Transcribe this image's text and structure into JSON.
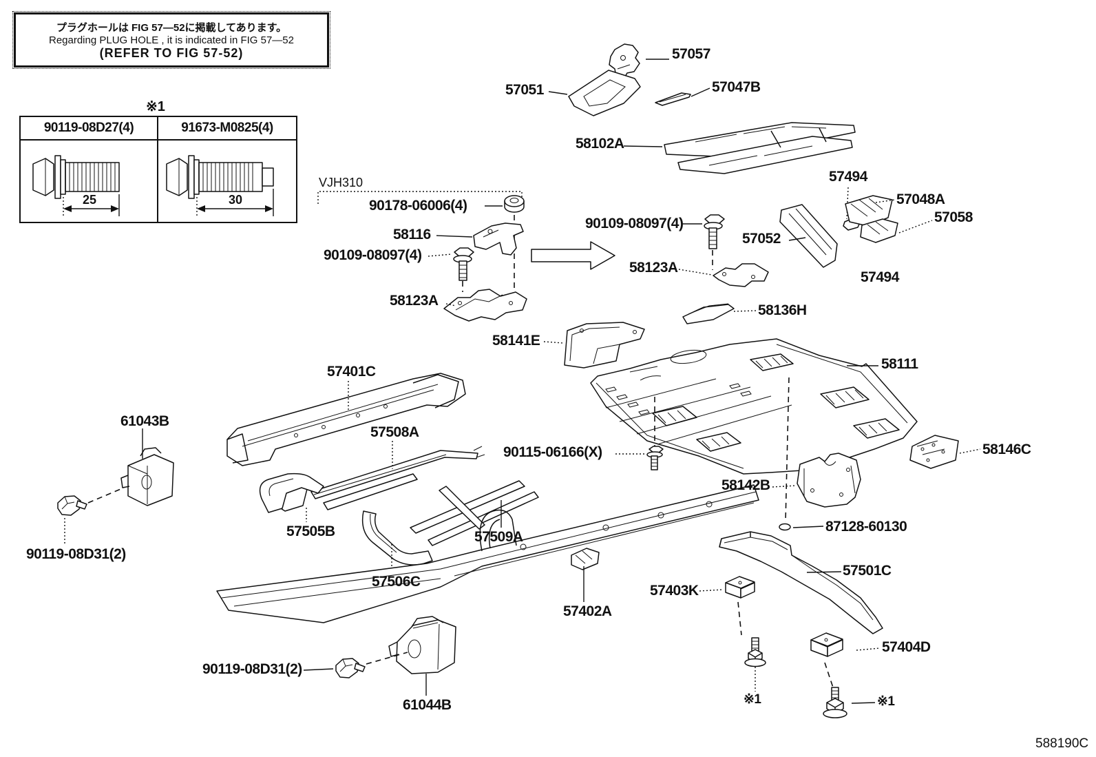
{
  "note_box": {
    "line1": "プラグホールは FIG 57—52に掲載してあります。",
    "line2": "Regarding  PLUG  HOLE , it is indicated in FIG  57—52",
    "line3": "(REFER TO FIG 57-52)"
  },
  "fastener_table": {
    "ref_mark": "※1",
    "columns": [
      {
        "part_no": "90119-08D27(4)",
        "length_label": "25"
      },
      {
        "part_no": "91673-M0825(4)",
        "length_label": "30"
      }
    ]
  },
  "diagram_code": "588190C",
  "labels": [
    {
      "text": "57057"
    },
    {
      "text": "57051"
    },
    {
      "text": "57047B"
    },
    {
      "text": "58102A"
    },
    {
      "text": "57494"
    },
    {
      "text": "57048A"
    },
    {
      "text": "57058"
    },
    {
      "text": "90109-08097(4)"
    },
    {
      "text": "57052"
    },
    {
      "text": "58123A"
    },
    {
      "text": "57494"
    },
    {
      "text": "VJH310"
    },
    {
      "text": "90178-06006(4)"
    },
    {
      "text": "58116"
    },
    {
      "text": "90109-08097(4)"
    },
    {
      "text": "58123A"
    },
    {
      "text": "58136H"
    },
    {
      "text": "58141E"
    },
    {
      "text": "58111"
    },
    {
      "text": "57401C"
    },
    {
      "text": "61043B"
    },
    {
      "text": "57508A"
    },
    {
      "text": "90115-06166(X)"
    },
    {
      "text": "58146C"
    },
    {
      "text": "58142B"
    },
    {
      "text": "87128-60130"
    },
    {
      "text": "57505B"
    },
    {
      "text": "57509A"
    },
    {
      "text": "57506C"
    },
    {
      "text": "57501C"
    },
    {
      "text": "57403K"
    },
    {
      "text": "57402A"
    },
    {
      "text": "57404D"
    },
    {
      "text": "90119-08D31(2)"
    },
    {
      "text": "90119-08D31(2)"
    },
    {
      "text": "61044B"
    },
    {
      "text": "※1"
    },
    {
      "text": "※1"
    },
    {
      "text": "588190C"
    }
  ]
}
